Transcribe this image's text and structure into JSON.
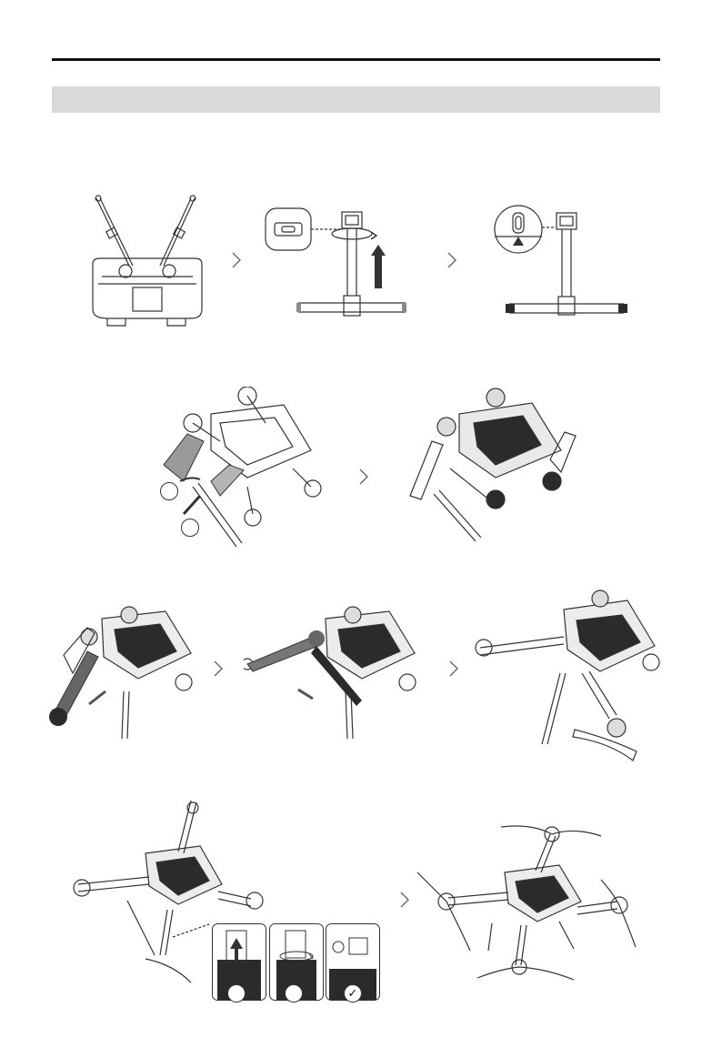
{
  "page": {
    "section_header": "",
    "colors": {
      "rule": "#111111",
      "section_bar": "#d9d9d9",
      "line_art": "#333333",
      "fill_dark": "#2b2b2b",
      "fill_mid": "#8a8a8a",
      "fill_light": "#d9d9d9"
    }
  },
  "figures": {
    "row1": [
      "remote-controller-with-antennas",
      "landing-gear-mount-twist-lock",
      "landing-gear-installed"
    ],
    "row2": [
      "remove-arm-covers",
      "drone-with-landing-gear-attached"
    ],
    "row3": [
      "unfold-front-arm",
      "unfold-rear-arm",
      "arms-unfolded"
    ],
    "row4": [
      "drone-arms-fully-unfolded-with-lock-insets",
      "drone-with-propellers-unfolded"
    ]
  },
  "insets": {
    "lock_step_marker": "✓"
  }
}
